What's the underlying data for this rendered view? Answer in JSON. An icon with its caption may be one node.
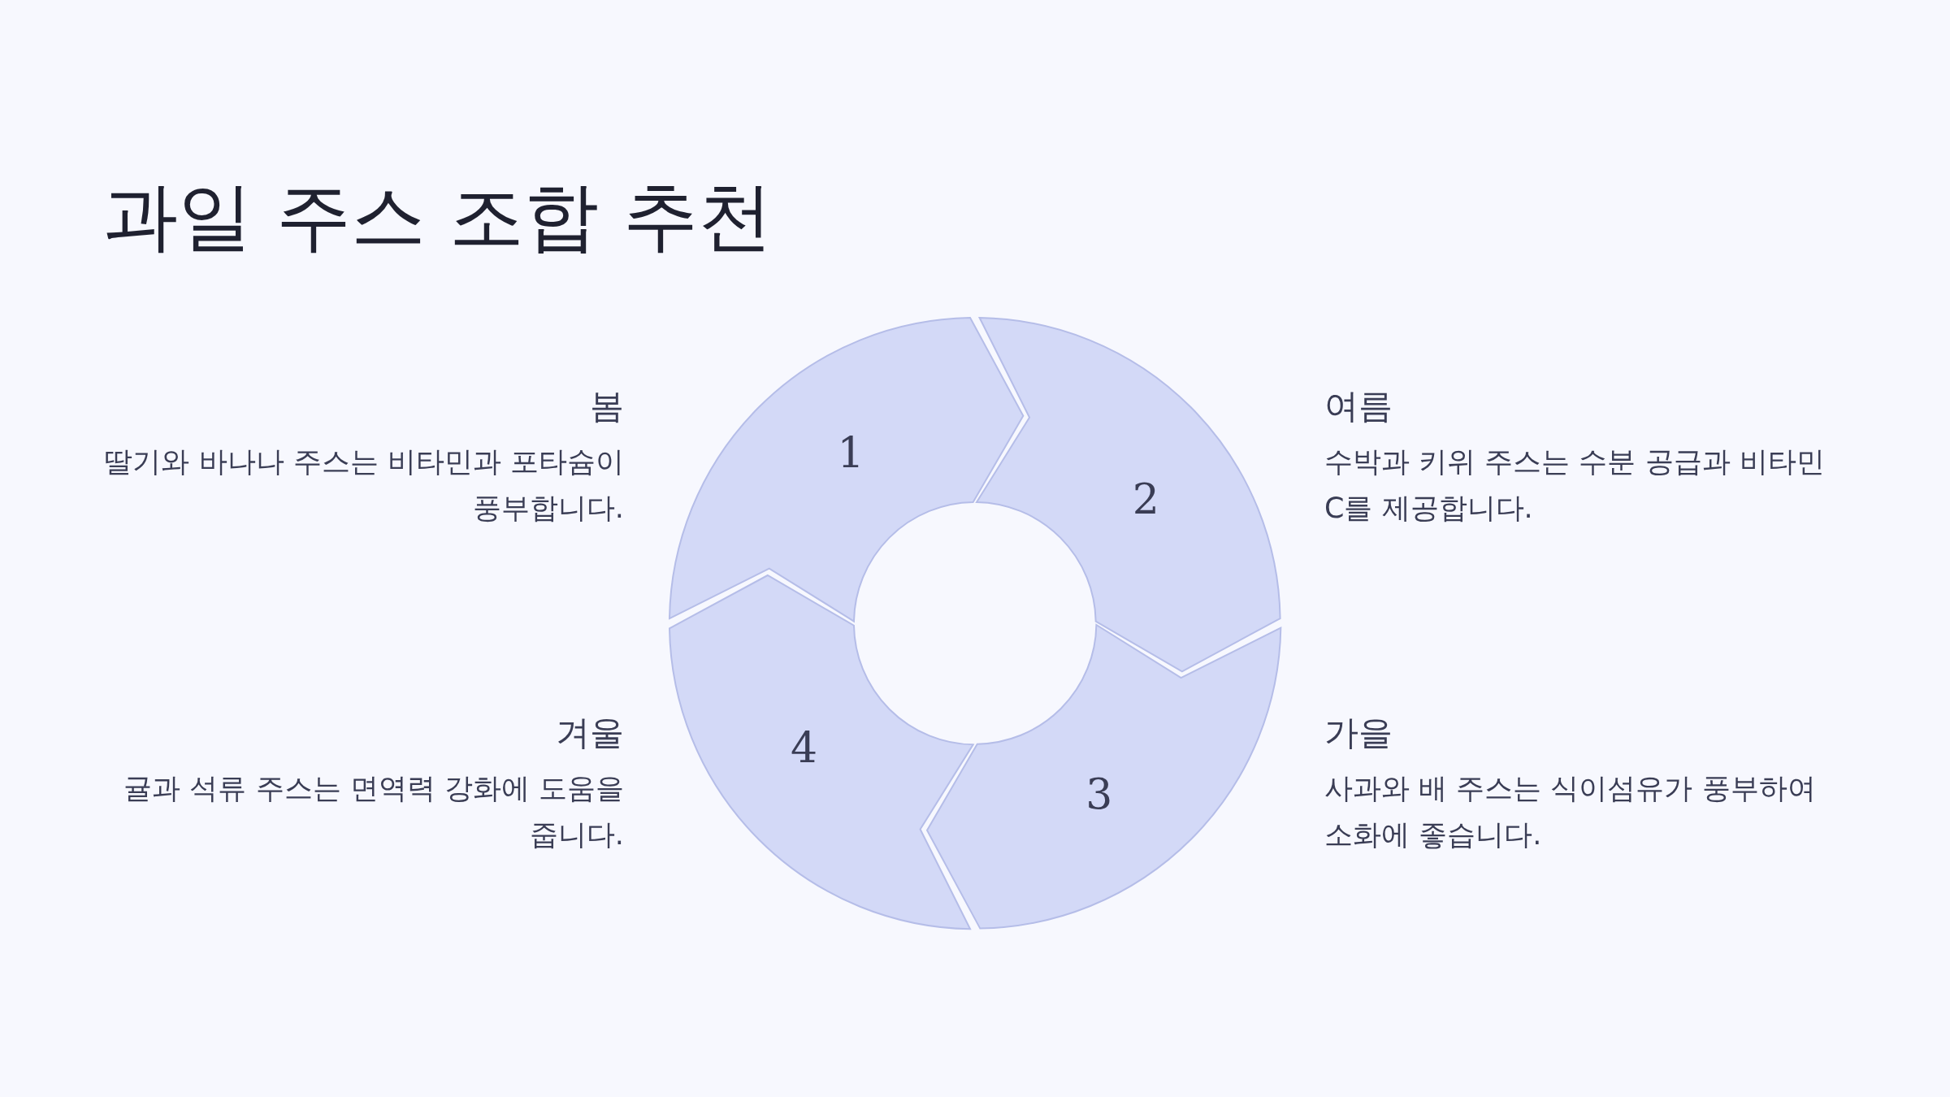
{
  "diagram": {
    "title": "과일 주스 조합 추천",
    "nodes": [
      {
        "text": [
          "1"
        ]
      },
      {
        "text": [
          "2"
        ]
      },
      {
        "text": [
          "3"
        ]
      },
      {
        "text": [
          "4"
        ]
      }
    ],
    "labels": [
      "봄",
      "딸기와 바나나 주스는 비타민과 포타슘이 풍부합니다.",
      "여름",
      "수박과 키위 주스는 수분 공급과 비타민C를 제공합니다.",
      "겨울",
      "귤과 석류 주스는 면역력 강화에 도움을 줍니다.",
      "가을",
      "사과와 배 주스는 식이섬유가 풍부하여 소화에 좋습니다."
    ]
  }
}
